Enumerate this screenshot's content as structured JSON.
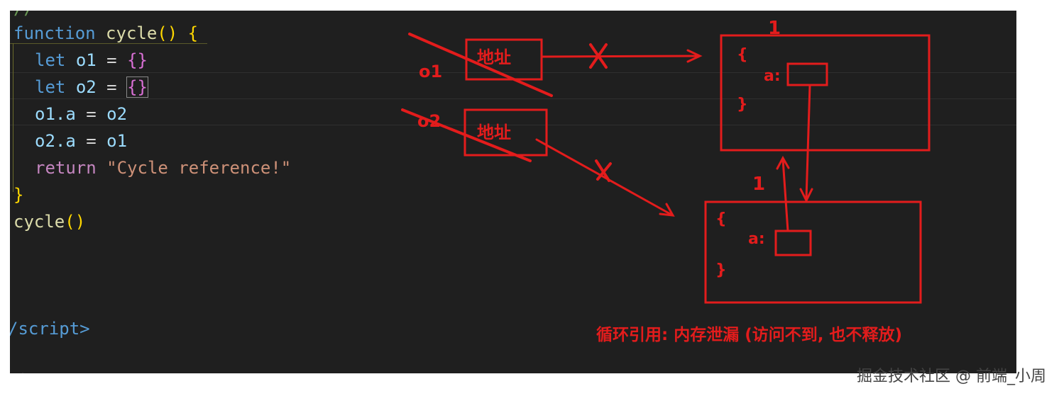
{
  "code": {
    "line_0": "//",
    "line_1": {
      "kw": "function",
      "name": "cycle",
      "open": "()",
      "brace": "{"
    },
    "line_2": {
      "kw": "let",
      "var": "o1",
      "eq": "=",
      "obj": "{}"
    },
    "line_3": {
      "kw": "let",
      "var": "o2",
      "eq": "=",
      "obj": "{}"
    },
    "line_4": {
      "left": "o1.a",
      "eq": "=",
      "right": "o2"
    },
    "line_5": {
      "left": "o2.a",
      "eq": "=",
      "right": "o1"
    },
    "line_6": {
      "kw": "return",
      "str": "\"Cycle reference!\""
    },
    "line_7": "}",
    "line_8": {
      "name": "cycle",
      "call": "()"
    },
    "line_9": "/script>",
    "line_10": "<"
  },
  "annotations": {
    "o1_label": "o1",
    "o2_label": "o2",
    "addr1": "地址",
    "addr2": "地址",
    "count_top": "1",
    "count_bottom": "1",
    "obj1_open": "{",
    "obj1_key": "a:",
    "obj1_close": "}",
    "obj2_open": "{",
    "obj2_key": "a:",
    "obj2_close": "}",
    "caption": "循环引用: 内存泄漏 (访问不到, 也不释放)"
  },
  "watermark": "掘金技术社区 @ 前端_小周",
  "colors": {
    "editor_bg": "#1f1f1f",
    "annotation": "#e31c1c",
    "keyword": "#569cd6",
    "function": "#dcdcaa",
    "variable": "#9cdcfe",
    "string": "#ce9178"
  }
}
